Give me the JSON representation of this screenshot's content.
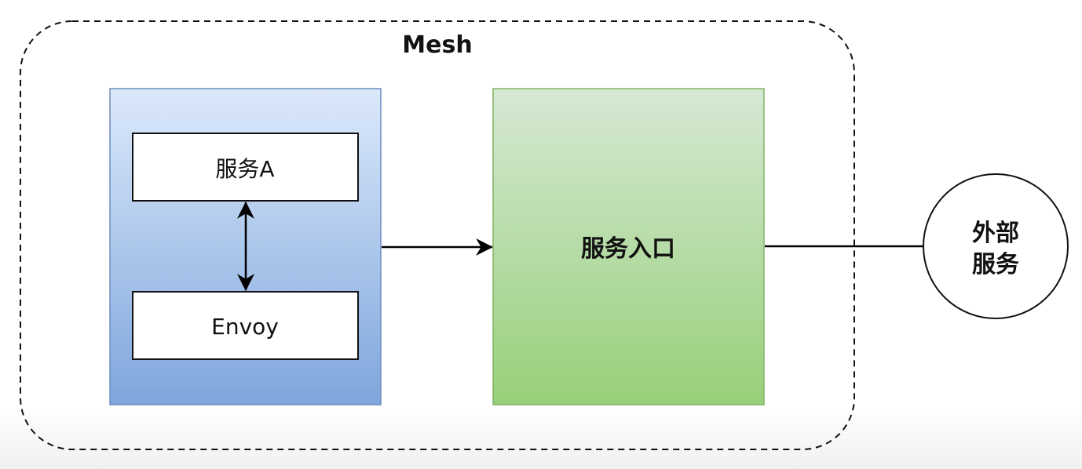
{
  "diagram": {
    "mesh": {
      "title": "Mesh"
    },
    "pod": {
      "service": {
        "label": "服务A"
      },
      "sidecar": {
        "label": "Envoy"
      }
    },
    "entry": {
      "label": "服务入口"
    },
    "external": {
      "line1": "外部",
      "line2": "服务"
    },
    "colors": {
      "pod_top": "#d9e7fb",
      "pod_bottom": "#7ea6dc",
      "pod_border": "#6c8ebf",
      "entry_top": "#d5e8d4",
      "entry_bottom": "#97d077",
      "entry_border": "#82b366"
    },
    "edges": [
      {
        "from": "服务A",
        "to": "Envoy",
        "type": "bidirectional"
      },
      {
        "from": "pod",
        "to": "服务入口",
        "type": "directed"
      },
      {
        "from": "服务入口",
        "to": "外部服务",
        "type": "undirected"
      }
    ]
  }
}
